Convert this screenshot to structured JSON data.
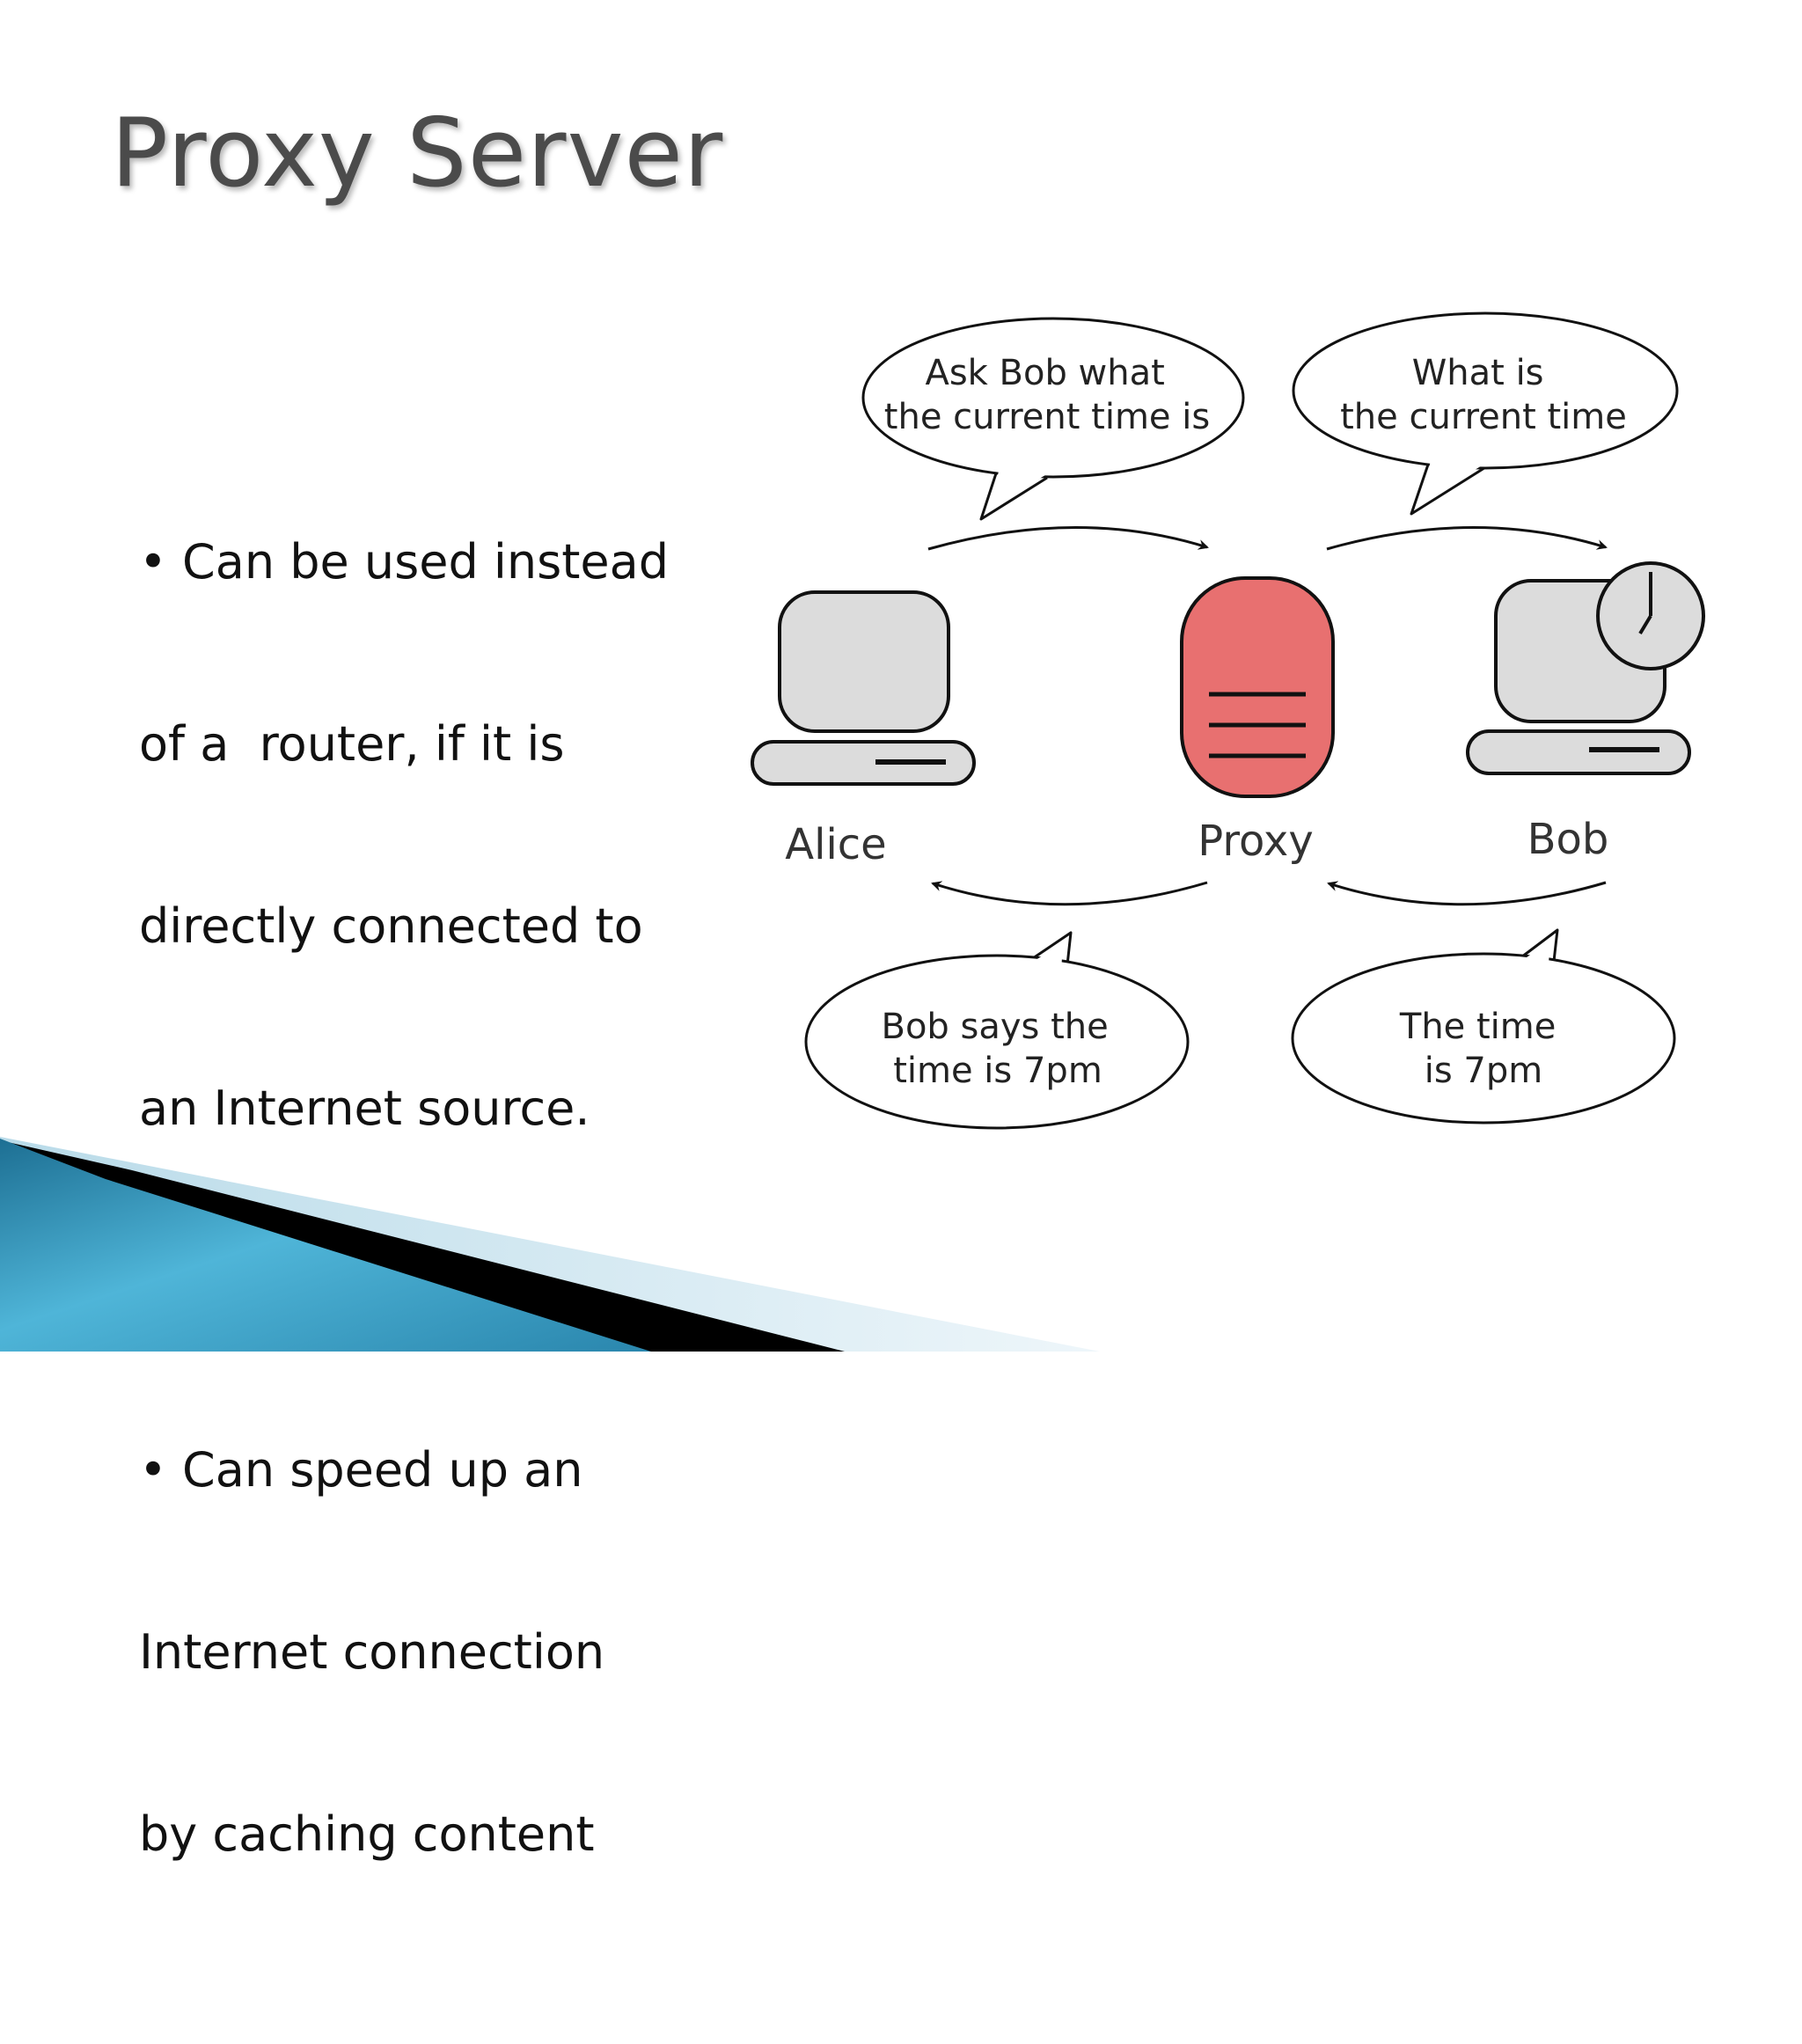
{
  "slide": {
    "title": "Proxy Server",
    "bullets": [
      {
        "lines": [
          "• Can be used instead",
          "of a  router, if it is",
          "directly connected to",
          "an Internet source."
        ]
      },
      {
        "lines": [
          "• Can speed up an",
          "Internet connection",
          "by caching content"
        ]
      }
    ]
  },
  "diagram": {
    "nodes": {
      "alice": "Alice",
      "proxy": "Proxy",
      "bob": "Bob"
    },
    "bubbles": {
      "top_left": [
        "Ask Bob what",
        "the current time is"
      ],
      "top_right": [
        "What is",
        "the current time"
      ],
      "bottom_left": [
        "Bob says the",
        "time is 7pm"
      ],
      "bottom_right": [
        "The time",
        "is 7pm"
      ]
    },
    "colors": {
      "proxy_fill": "#E87070",
      "computer_fill": "#DCDCDC",
      "outline": "#111111",
      "accent_blue": "#2F8FB4"
    },
    "icons": [
      "alice-computer-icon",
      "proxy-server-icon",
      "bob-computer-icon",
      "clock-icon"
    ]
  }
}
